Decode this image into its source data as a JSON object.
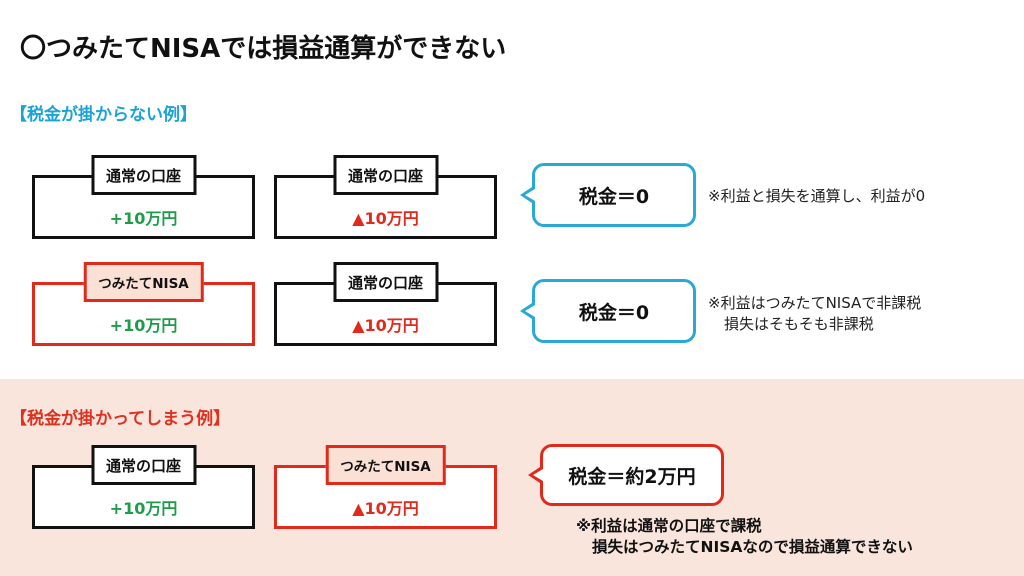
{
  "title": "〇つみたてNISAでは損益通算ができない",
  "section1": {
    "label": "【税金が掛からない例】",
    "rows": [
      {
        "left": {
          "tag": "通常の口座",
          "value": "+10万円",
          "tone": "gain"
        },
        "right": {
          "tag": "通常の口座",
          "value": "▲10万円",
          "tone": "loss"
        },
        "bubble": "税金＝0",
        "note": [
          "※利益と損失を通算し、利益が0"
        ]
      },
      {
        "left": {
          "tag": "つみたてNISA",
          "value": "+10万円",
          "tone": "gain"
        },
        "right": {
          "tag": "通常の口座",
          "value": "▲10万円",
          "tone": "loss"
        },
        "bubble": "税金＝0",
        "note": [
          "※利益はつみたてNISAで非課税",
          "損失はそもそも非課税"
        ]
      }
    ]
  },
  "section2": {
    "label": "【税金が掛かってしまう例】",
    "row": {
      "left": {
        "tag": "通常の口座",
        "value": "+10万円",
        "tone": "gain"
      },
      "right": {
        "tag": "つみたてNISA",
        "value": "▲10万円",
        "tone": "loss"
      },
      "bubble": "税金＝約2万円",
      "note": [
        "※利益は通常の口座で課税",
        "損失はつみたてNISAなので損益通算できない"
      ]
    }
  },
  "colors": {
    "blue": "#2aa8d8",
    "red": "#e02a1c",
    "green": "#1f9c4a",
    "peach_bg": "#f9e5dc"
  }
}
